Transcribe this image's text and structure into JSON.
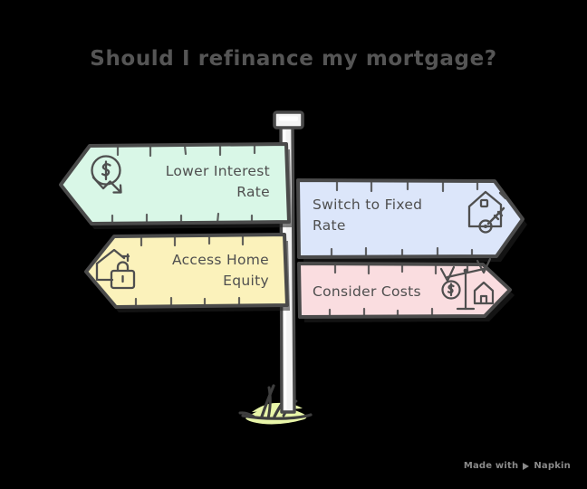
{
  "page": {
    "background_color": "#000000",
    "title": "Should I refinance my mortgage?",
    "title_color": "#555555"
  },
  "watermark": {
    "prefix": "Made with",
    "brand": "Napkin",
    "logo_icon": "napkin-play-logo",
    "color": "#8a8a8a"
  },
  "signpost": {
    "icon": "signpost-pole",
    "pole_color": "#efefef",
    "outline_color": "#4a4a4a",
    "grass_color": "#e8f5a8"
  },
  "signs": [
    {
      "id": "lower-interest-rate",
      "label_lines": [
        "Lower Interest",
        "Rate"
      ],
      "label": "Lower Interest Rate",
      "direction": "left",
      "fill_color": "#d9f7e7",
      "outline_color": "#4a4a4a",
      "text_color": "#4f4f4f",
      "icon": "dollar-circle-down-arrow-icon"
    },
    {
      "id": "switch-to-fixed-rate",
      "label_lines": [
        "Switch to Fixed",
        "Rate"
      ],
      "label": "Switch to Fixed Rate",
      "direction": "right",
      "fill_color": "#dce6fa",
      "outline_color": "#4a4a4a",
      "text_color": "#4f4f4f",
      "icon": "house-key-icon"
    },
    {
      "id": "access-home-equity",
      "label_lines": [
        "Access Home",
        "Equity"
      ],
      "label": "Access Home Equity",
      "direction": "left",
      "fill_color": "#fbf2bb",
      "outline_color": "#4a4a4a",
      "text_color": "#4f4f4f",
      "icon": "house-lock-icon"
    },
    {
      "id": "consider-costs",
      "label_lines": [
        "Consider Costs"
      ],
      "label": "Consider Costs",
      "direction": "right",
      "fill_color": "#fadde0",
      "outline_color": "#4a4a4a",
      "text_color": "#4f4f4f",
      "icon": "balance-scale-dollar-house-icon"
    }
  ]
}
